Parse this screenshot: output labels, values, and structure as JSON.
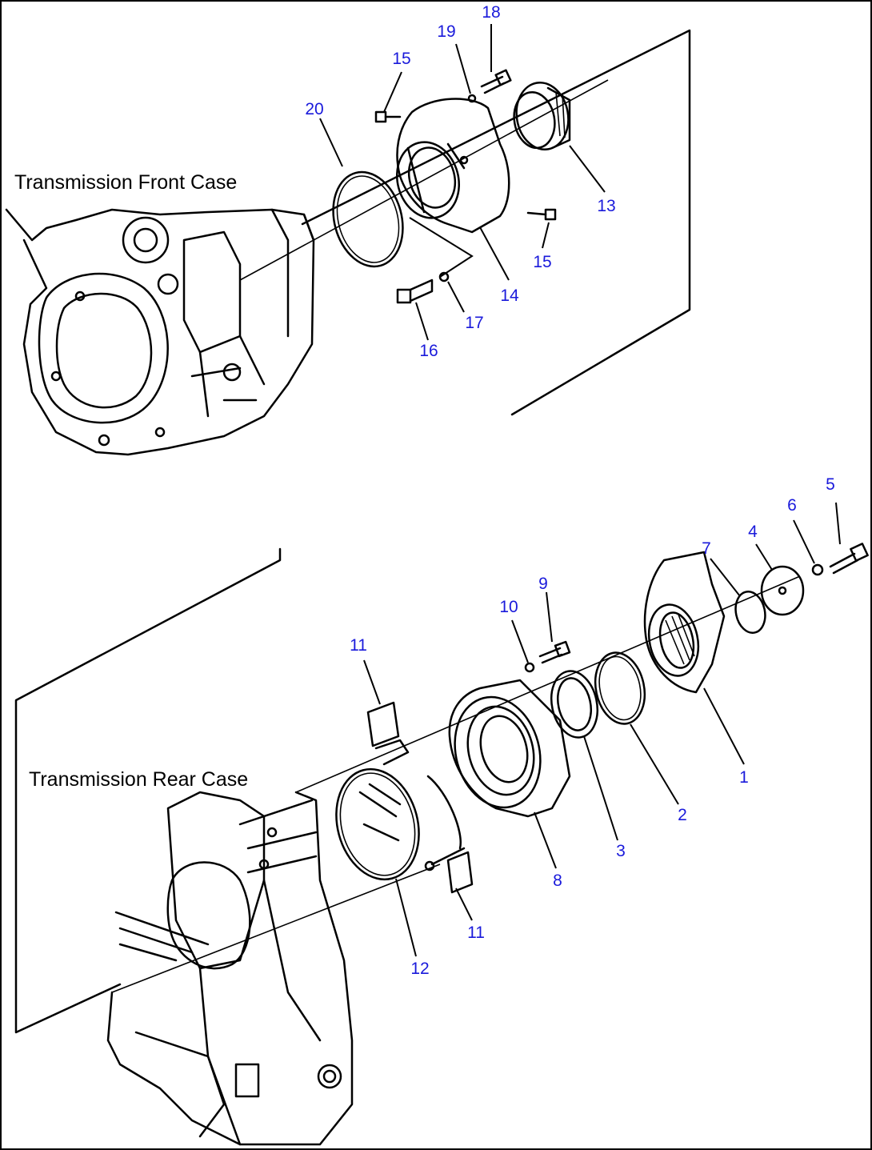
{
  "captions": {
    "front_case": "Transmission Front Case",
    "rear_case": "Transmission Rear Case"
  },
  "colors": {
    "callout": "#1a1adb",
    "line": "#000000",
    "background": "#ffffff"
  },
  "callouts": {
    "front": [
      "18",
      "19",
      "15",
      "20",
      "13",
      "15",
      "14",
      "17",
      "16"
    ],
    "rear": [
      "5",
      "6",
      "4",
      "7",
      "9",
      "10",
      "11",
      "1",
      "2",
      "3",
      "8",
      "12",
      "11"
    ]
  }
}
